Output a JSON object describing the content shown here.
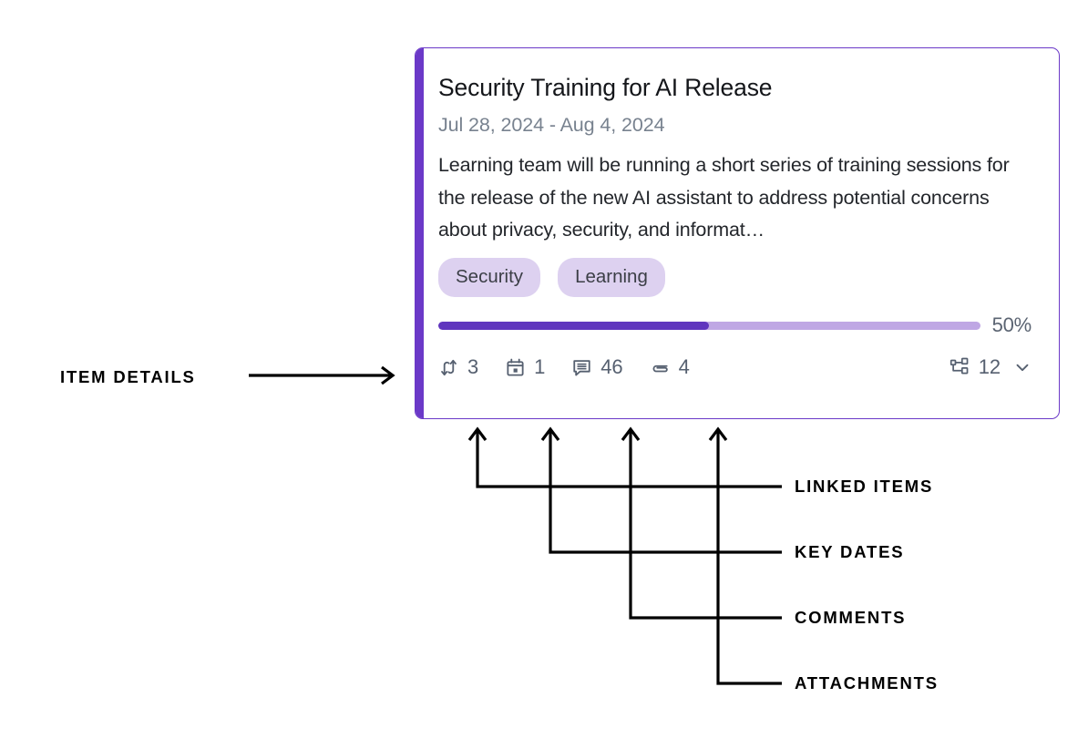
{
  "card": {
    "title": "Security Training for AI Release",
    "dates": "Jul 28, 2024 - Aug 4, 2024",
    "description": "Learning team will be running a short series of training sessions for the release of the new AI assistant to address potential concerns about privacy, security, and informat…",
    "tags": [
      "Security",
      "Learning"
    ],
    "progress": {
      "percent": 50,
      "label": "50%",
      "fill_color": "#6036BE",
      "track_color": "#BFA7E4"
    },
    "accent_color": "#6B39C8",
    "tag_background": "#DDD1F0",
    "meta": [
      {
        "icon": "linked-items-icon",
        "count": "3"
      },
      {
        "icon": "calendar-icon",
        "count": "1"
      },
      {
        "icon": "comments-icon",
        "count": "46"
      },
      {
        "icon": "paperclip-icon",
        "count": "4"
      }
    ],
    "subitems": {
      "icon": "hierarchy-icon",
      "count": "12",
      "expand_icon": "chevron-down-icon"
    }
  },
  "annotations": {
    "item_details": "ITEM DETAILS",
    "linked_items": "LINKED ITEMS",
    "key_dates": "KEY DATES",
    "comments": "COMMENTS",
    "attachments": "ATTACHMENTS"
  }
}
